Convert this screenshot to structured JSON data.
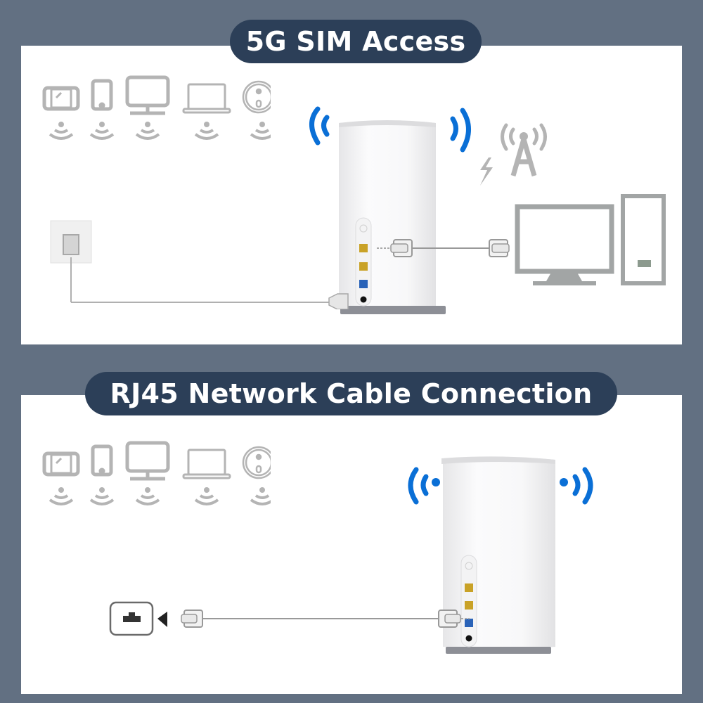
{
  "sections": [
    {
      "title": "5G SIM Access",
      "devices": [
        "game-console",
        "smartphone",
        "monitor",
        "laptop",
        "robot-vacuum"
      ],
      "connection_type": "5G SIM card + power adapter",
      "wifi_signal_color": "#0a6fd6"
    },
    {
      "title": "RJ45 Network Cable Connection",
      "devices": [
        "game-console",
        "smartphone",
        "monitor",
        "laptop",
        "robot-vacuum"
      ],
      "connection_type": "RJ45 ethernet cable from wall port to WAN",
      "wifi_signal_color": "#0a6fd6"
    }
  ],
  "colors": {
    "background": "#627082",
    "title_pill": "#2c3f58",
    "panel": "#ffffff",
    "icon_gray": "#b4b4b4",
    "wifi_blue": "#0a6fd6",
    "lan_port": "#c9a227",
    "wan_port": "#2a63b8"
  }
}
